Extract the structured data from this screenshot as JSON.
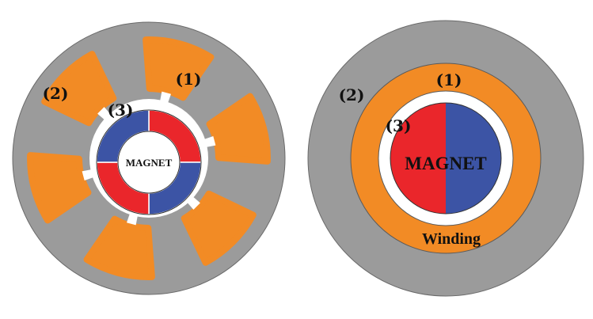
{
  "left_machine": {
    "labels": {
      "winding": "(1)",
      "core": "(2)",
      "gap": "(3)"
    },
    "magnet_label": "MAGNET",
    "slot_count": 6
  },
  "right_machine": {
    "labels": {
      "winding": "(1)",
      "core": "(2)",
      "gap": "(3)"
    },
    "magnet_label": "MAGNET",
    "winding_label": "Winding"
  },
  "colors": {
    "core": "#9b9b9b",
    "winding": "#f28b25",
    "magnet_north": "#ea262b",
    "magnet_south": "#3c54a5",
    "air_gap": "#ffffff",
    "outline": "#5a5a5a"
  }
}
